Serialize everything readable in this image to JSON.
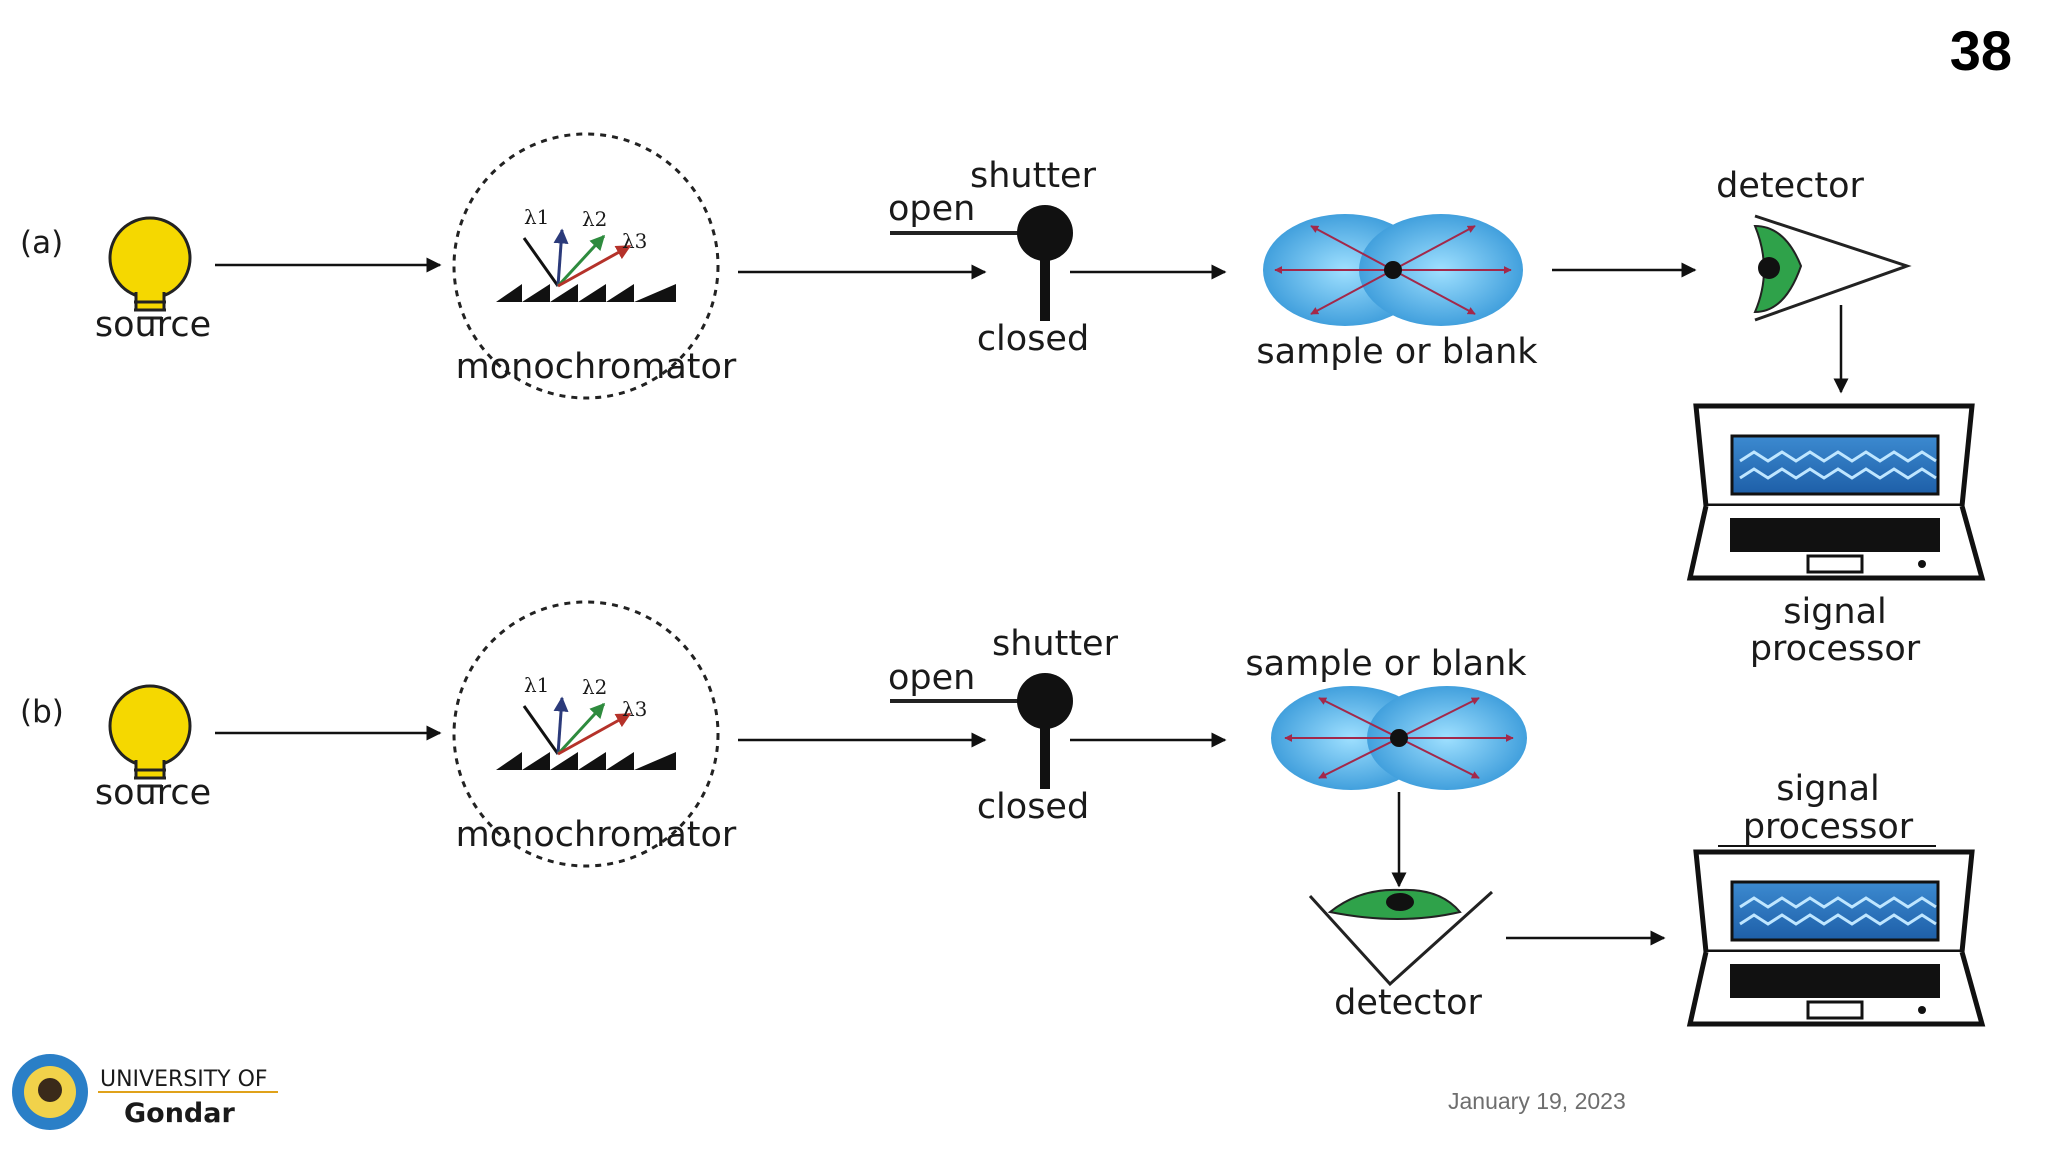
{
  "slide": {
    "number": "38",
    "date": "January 19, 2023"
  },
  "logo": {
    "line1": "UNIVERSITY OF",
    "line2": "Gondar"
  },
  "diagram": {
    "panel_a": {
      "tag": "(a)",
      "source": "source",
      "monochromator": "monochromator",
      "shutter": "shutter",
      "open": "open",
      "closed": "closed",
      "sample": "sample or blank",
      "detector": "detector",
      "signal": "signal",
      "processor": "processor"
    },
    "panel_b": {
      "tag": "(b)",
      "source": "source",
      "monochromator": "monochromator",
      "shutter": "shutter",
      "open": "open",
      "closed": "closed",
      "sample": "sample or blank",
      "detector": "detector",
      "signal": "signal",
      "processor": "processor"
    },
    "wavelengths": [
      "λ1",
      "λ2",
      "λ3"
    ]
  },
  "colors": {
    "bulb": "#f5d800",
    "sample": "#3aa6e0",
    "eye": "#2fa24a",
    "screen": "#2e78c0",
    "lambda1": "#2b3a7a",
    "lambda2": "#2e8b3e",
    "lambda3": "#b5322a"
  }
}
